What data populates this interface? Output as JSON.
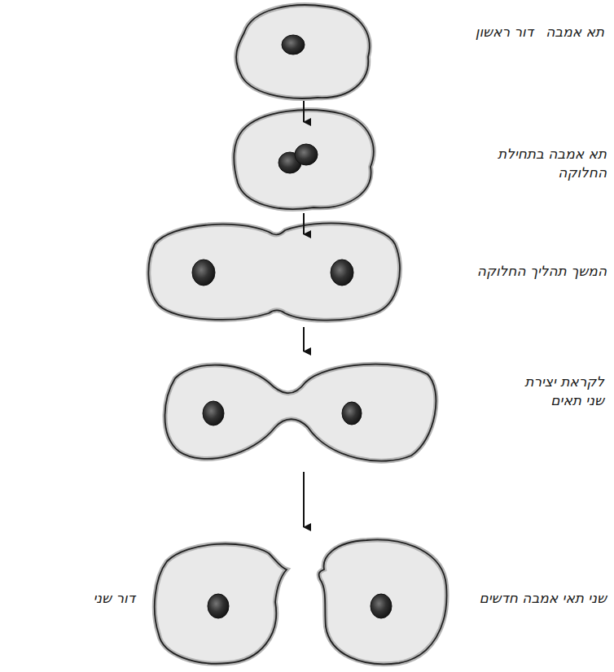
{
  "diagram": {
    "labels": [
      "דור ראשון",
      "תא אמבה",
      "תא אמבה בתחילת החלוקה",
      "המשך תהליך החלוקה",
      "לקראת יצירת שני תאים",
      "דור שני",
      "שני תאי אמבה חדשים"
    ]
  }
}
